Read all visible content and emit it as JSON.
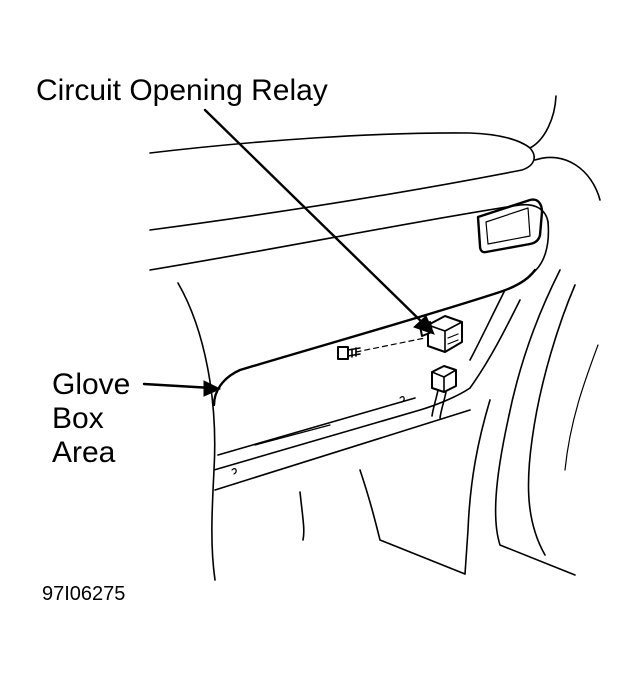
{
  "labels": {
    "relay": "Circuit Opening Relay",
    "glove_line1": "Glove",
    "glove_line2": "Box",
    "glove_line3": "Area",
    "figure_id": "97I06275"
  }
}
